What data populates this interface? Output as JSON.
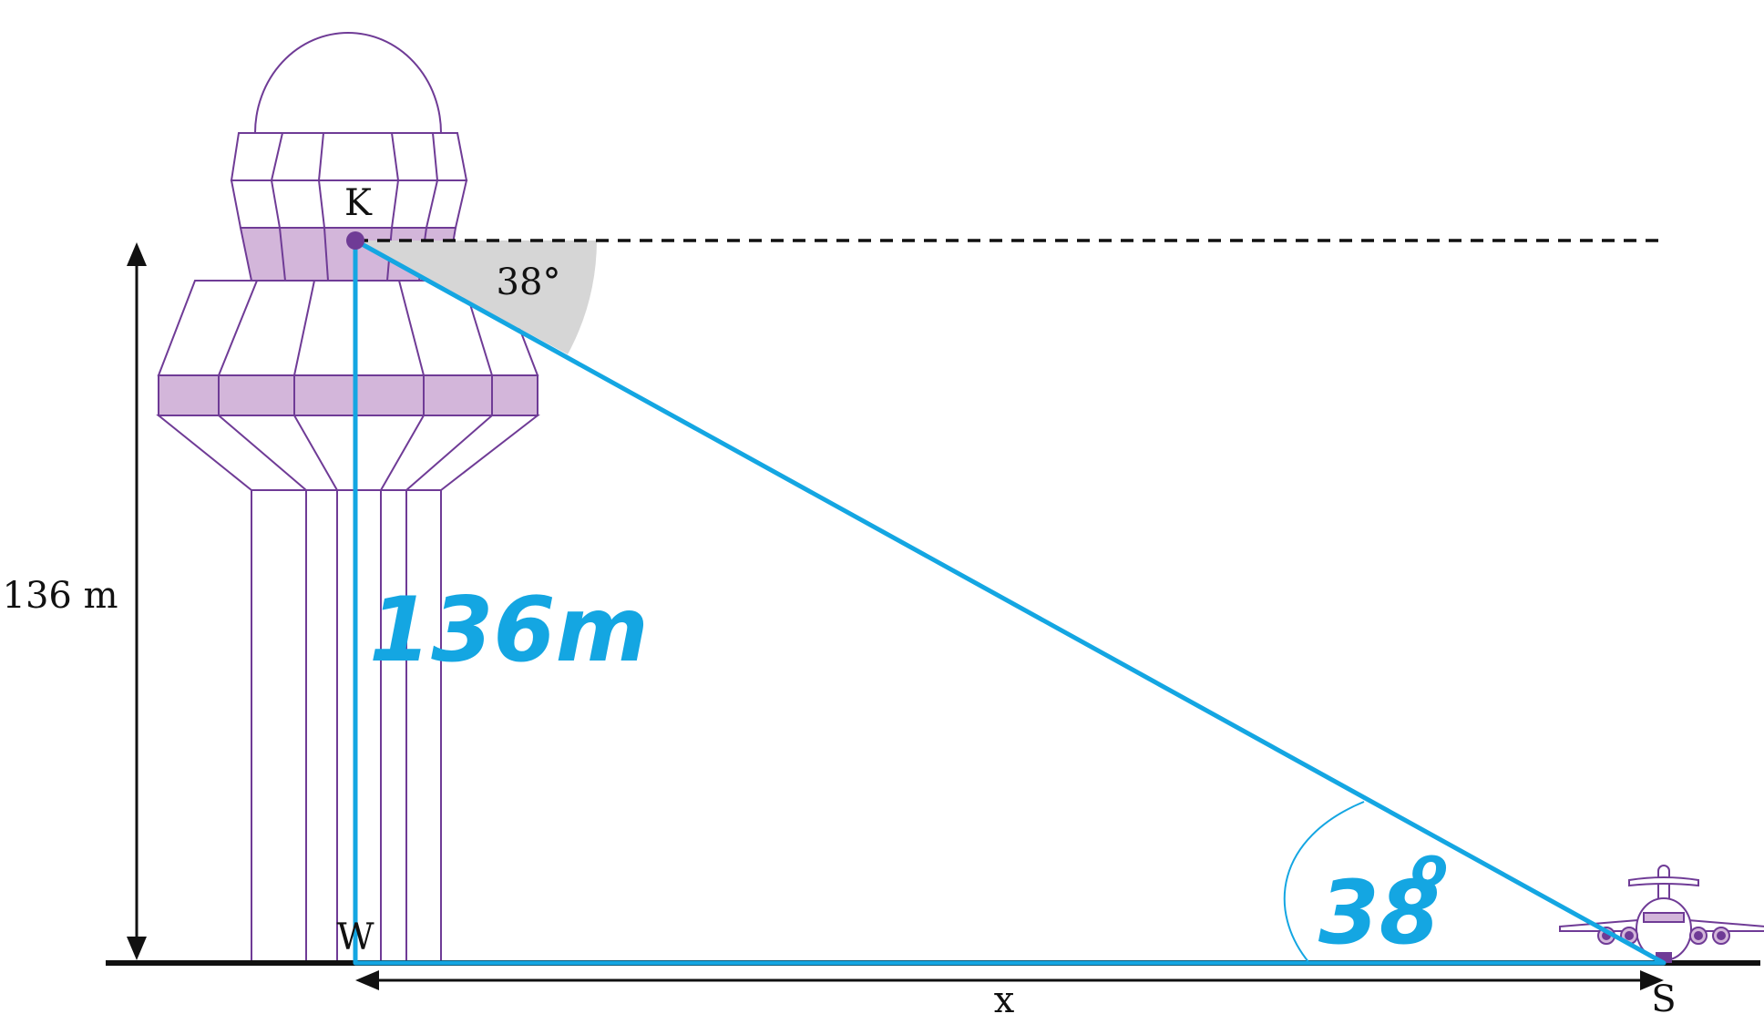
{
  "labels": {
    "top_point": "K",
    "base_point": "W",
    "ground_point": "S",
    "angle_printed": "38°",
    "height_printed": "136 m",
    "distance_unknown": "x"
  },
  "annotations": {
    "height_handwritten": "136m",
    "angle_handwritten_value": "38",
    "angle_handwritten_degree": "o"
  },
  "colors": {
    "tower_stroke": "#6f3b96",
    "tower_fill": "#d3b6da",
    "triangle": "#14a6e2",
    "angle_sector": "#d6d6d6",
    "ground": "#111111"
  },
  "icons": [
    "control-tower-icon",
    "airplane-icon"
  ]
}
